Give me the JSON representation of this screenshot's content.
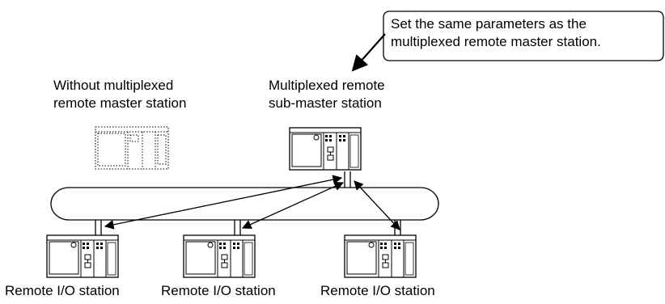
{
  "callout": {
    "line1": "Set the same parameters as the",
    "line2": "multiplexed remote master station."
  },
  "labels": {
    "without_master_line1": "Without multiplexed",
    "without_master_line2": "remote master station",
    "submaster_line1": "Multiplexed remote",
    "submaster_line2": "sub-master station"
  },
  "stations": [
    {
      "label": "Remote I/O station"
    },
    {
      "label": "Remote I/O station"
    },
    {
      "label": "Remote I/O station"
    }
  ]
}
